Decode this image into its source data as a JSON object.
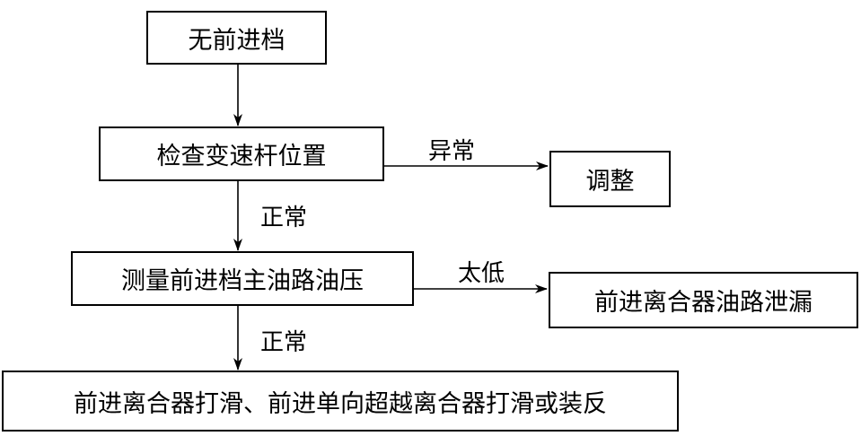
{
  "nodes": {
    "start": "无前进档",
    "check_lever": "检查变速杆位置",
    "adjust": "调整",
    "measure_pressure": "测量前进档主油路油压",
    "clutch_leak": "前进离合器油路泄漏",
    "result": "前进离合器打滑、前进单向超越离合器打滑或装反"
  },
  "edge_labels": {
    "lever_abnormal": "异常",
    "lever_normal": "正常",
    "pressure_low": "太低",
    "pressure_normal": "正常"
  },
  "colors": {
    "line": "#000000",
    "background": "#ffffff"
  }
}
